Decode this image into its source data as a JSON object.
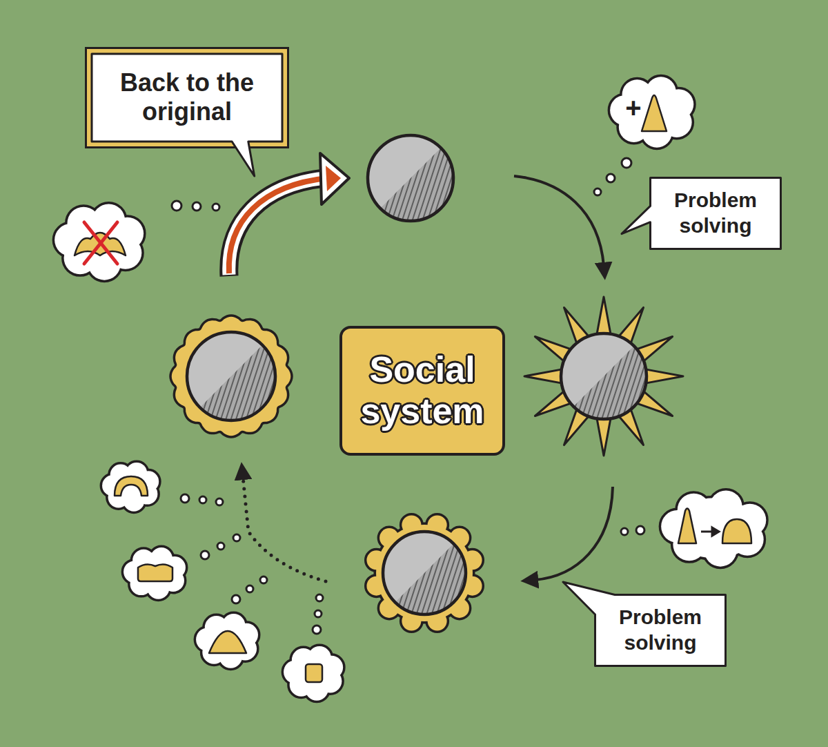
{
  "diagram": {
    "nodes": [
      {
        "text": [
          "Back to the original"
        ]
      },
      {
        "text": [
          "Problem solving"
        ]
      },
      {
        "text": [
          "Social system"
        ]
      },
      {
        "text": [
          "Problem solving"
        ]
      }
    ],
    "labels": [
      "+"
    ]
  }
}
